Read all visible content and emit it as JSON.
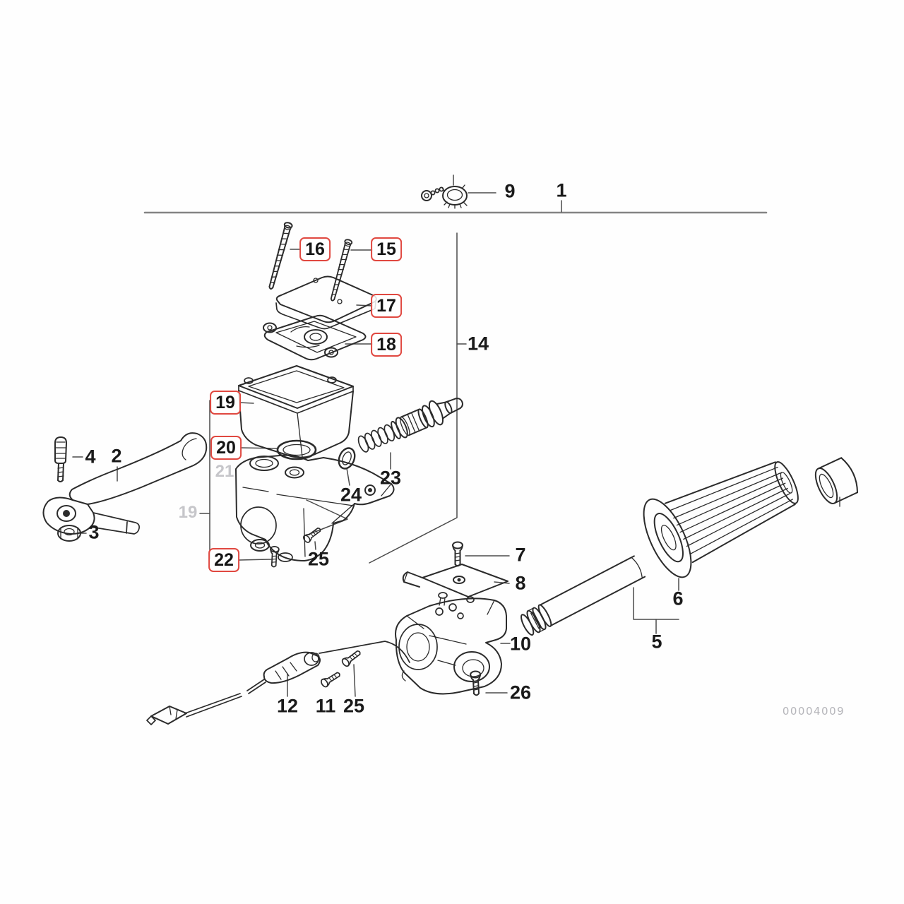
{
  "diagram": {
    "watermark": "00004009",
    "callouts": {
      "1": "1",
      "2": "2",
      "3": "3",
      "4": "4",
      "5": "5",
      "6": "6",
      "7": "7",
      "8": "8",
      "9": "9",
      "10": "10",
      "11": "11",
      "12": "12",
      "14": "14",
      "15": "15",
      "16": "16",
      "17": "17",
      "18": "18",
      "19": "19",
      "20": "20",
      "21": "21",
      "22": "22",
      "23": "23",
      "24": "24",
      "25": "25",
      "26": "26"
    },
    "highlighted_callouts": [
      "15",
      "16",
      "17",
      "18",
      "19",
      "20",
      "22"
    ],
    "ghost_callouts": [
      "21",
      "19"
    ],
    "colors": {
      "highlight_box": "#e04840",
      "line_art": "#2b2b2b",
      "leader": "#4a4a4a",
      "ghost_text": "#c6c6ca",
      "watermark_text": "#b5b5ba",
      "background": "#fefefe"
    }
  }
}
